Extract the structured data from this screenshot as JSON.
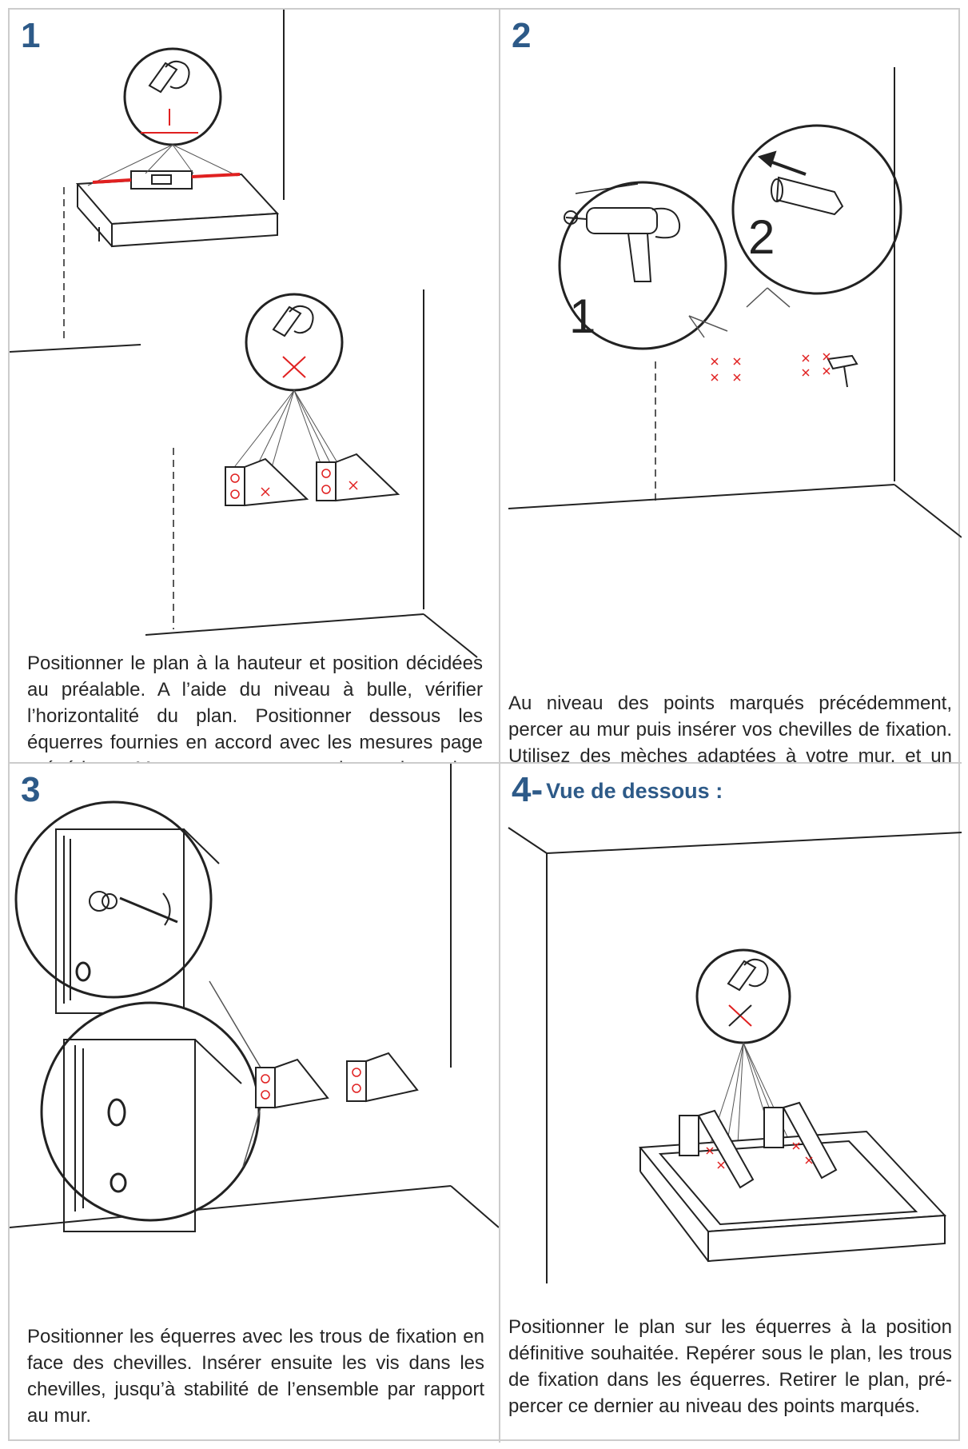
{
  "steps": [
    {
      "number": "1",
      "text": "Positionner le plan à la hauteur et position décidées au préalable. A l’aide du niveau à bulle, vérifier l’horizontalité du plan. Positionner dessous les équerres fournies en accord avec les mesures page précédente. Marquer au crayon sur le mur les points de fixation des équerres, ainsi que la hauteur du plan."
    },
    {
      "number": "2",
      "text": "Au niveau des points marqués précédemment, percer au mur puis insérer vos chevilles de fixation. Utilisez des mèches adaptées à votre mur, et un marteau pour insérer les chevilles si besoin.",
      "callout_1": "1",
      "callout_2": "2"
    },
    {
      "number": "3",
      "text": "Positionner les équerres avec les trous de fixation en face des chevilles. Insérer ensuite les vis dans les chevilles, jusqu’à stabilité de l’ensemble par rapport au mur."
    },
    {
      "number": "4-",
      "subtitle": "Vue de dessous :",
      "text": "Positionner le plan sur les équerres à la position définitive souhaitée. Repérer sous le plan, les trous de fixation dans les équerres. Retirer le plan, pré-percer ce dernier au niveau des points marqués."
    }
  ],
  "colors": {
    "step_number": "#2d5a88",
    "mark_red": "#e02020",
    "border": "#cccccc"
  }
}
